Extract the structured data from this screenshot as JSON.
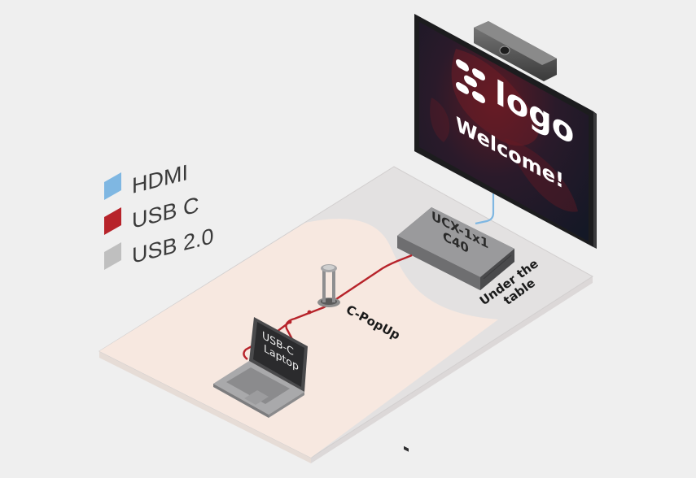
{
  "legend": [
    {
      "label": "HDMI",
      "color": "#7fb7e2"
    },
    {
      "label": "USB C",
      "color": "#b7232a"
    },
    {
      "label": "USB 2.0",
      "color": "#bfbfbf"
    }
  ],
  "screen": {
    "logo_text": "logo",
    "welcome_text": "Welcome!"
  },
  "switcher": {
    "line1": "UCX-1x1",
    "line2": "C40"
  },
  "zones": {
    "under_table_line1": "Under the",
    "under_table_line2": "table"
  },
  "popup_label": "C-PopUp",
  "laptop": {
    "line1": "USB-C",
    "line2": "Laptop"
  },
  "colors": {
    "background": "#efefef",
    "table_top": "#f7e8e0",
    "under_table_area": "#e3e1e1",
    "hdmi_cable": "#7fb7e2",
    "usbc_cable": "#b7232a"
  }
}
